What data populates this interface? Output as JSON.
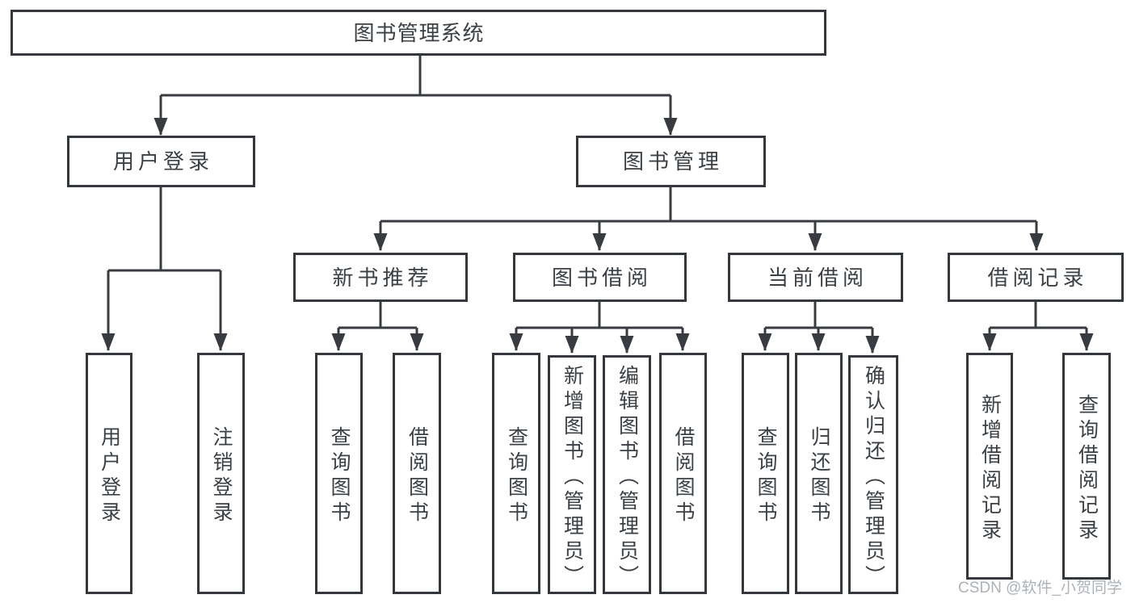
{
  "diagram": {
    "root": {
      "label": "图书管理系统"
    },
    "children": [
      {
        "label": "用户登录",
        "children": [
          {
            "label": "用户登录"
          },
          {
            "label": "注销登录"
          }
        ]
      },
      {
        "label": "图书管理",
        "children": [
          {
            "label": "新书推荐",
            "children": [
              {
                "label": "查询图书"
              },
              {
                "label": "借阅图书"
              }
            ]
          },
          {
            "label": "图书借阅",
            "children": [
              {
                "label": "查询图书"
              },
              {
                "label": "新增图书（管理员）"
              },
              {
                "label": "编辑图书（管理员）"
              },
              {
                "label": "借阅图书"
              }
            ]
          },
          {
            "label": "当前借阅",
            "children": [
              {
                "label": "查询图书"
              },
              {
                "label": "归还图书"
              },
              {
                "label": "确认归还（管理员）"
              }
            ]
          },
          {
            "label": "借阅记录",
            "children": [
              {
                "label": "新增借阅记录"
              },
              {
                "label": "查询借阅记录"
              }
            ]
          }
        ]
      }
    ]
  },
  "watermark": {
    "text": "CSDN @软件_小贺同学"
  },
  "colors": {
    "line": "#383c40",
    "box_border": "#34383c",
    "text": "#3b4045",
    "watermark": "#adb2b7",
    "background": "#ffffff"
  }
}
